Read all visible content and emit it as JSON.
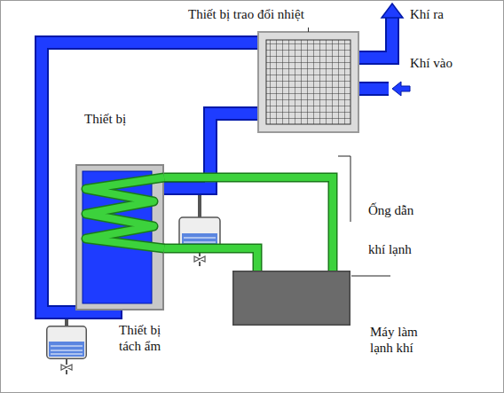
{
  "diagram": {
    "nodes": [
      {
        "text": [
          "Thiết bị trao đổi nhiệt"
        ]
      },
      {
        "text": [
          "Thiết bị"
        ]
      },
      {
        "text": [
          "Thiết bị tách ẩm"
        ]
      },
      {
        "text": [
          "Máy làm lạnh khí"
        ]
      }
    ],
    "edges": [
      {
        "from": 0,
        "to": 1,
        "arrow": "none"
      },
      {
        "from": 0,
        "to": 1,
        "arrow": "none"
      },
      {
        "from": 1,
        "to": 3,
        "arrow": "none"
      },
      {
        "from": 1,
        "to": 3,
        "arrow": "none"
      }
    ],
    "labels": [
      "Khí ra",
      "Khí vào",
      "Ống dẫn khí lạnh"
    ]
  }
}
